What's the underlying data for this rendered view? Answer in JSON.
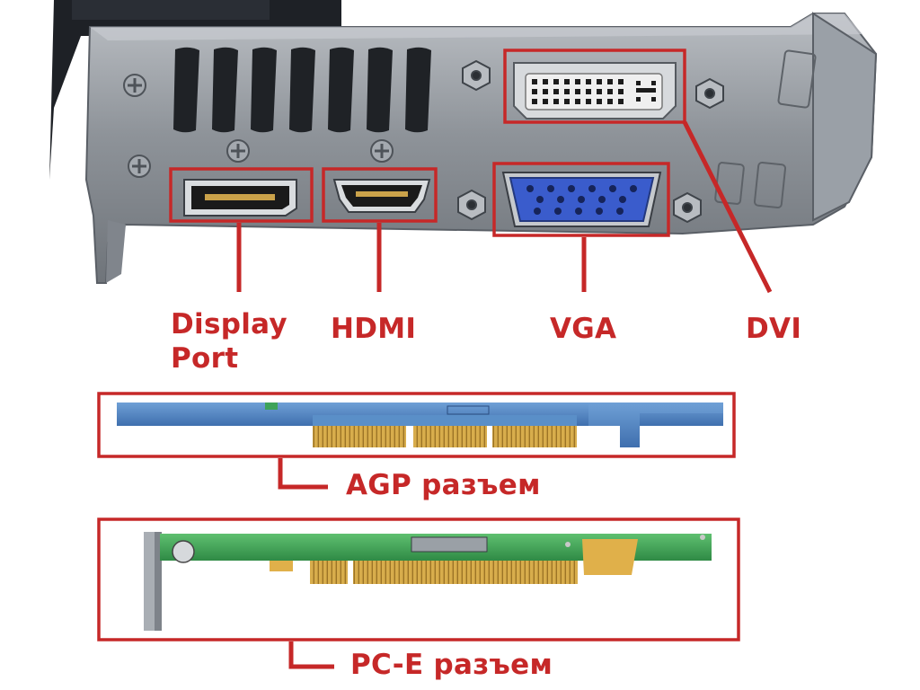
{
  "labels": {
    "display_port_line1": "Display",
    "display_port_line2": "Port",
    "hdmi": "HDMI",
    "vga": "VGA",
    "dvi": "DVI",
    "agp": "AGP разъем",
    "pcie": "PC-E разъем"
  },
  "colors": {
    "annotation_red": "#c62828",
    "bracket_metal": "#8f949b",
    "vga_blue": "#3a5ccc",
    "pcb_agp_blue": "#5a8fc8",
    "pcb_pcie_green": "#4aa85c",
    "gold_contacts": "#d4a640"
  },
  "icons": [
    "screw-icon",
    "hex-standoff-icon",
    "vent-slot-icon",
    "dvi-pins-icon",
    "vga-pins-icon"
  ]
}
